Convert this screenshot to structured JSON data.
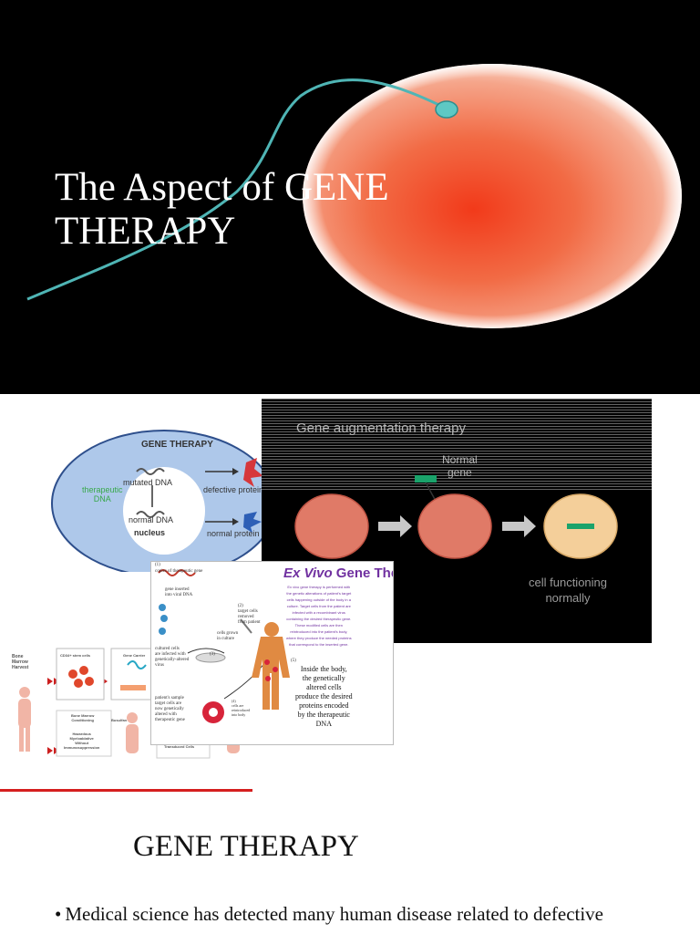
{
  "slide1": {
    "title": "The Aspect of GENE\nTHERAPY"
  },
  "diagram_gene_therapy": {
    "heading": "GENE THERAPY",
    "therapeutic": "therapeutic\nDNA",
    "mutated": "mutated DNA",
    "normal": "normal DNA",
    "nucleus": "nucleus",
    "defective": "defective protein",
    "normal_protein": "normal protein"
  },
  "diagram_augmentation": {
    "heading": "Gene augmentation therapy",
    "normal_gene": "Normal\ngene",
    "caption": "cell functioning\nnormally"
  },
  "diagram_bone_marrow": {
    "harvest": "Bone\nMarrow\nHarvest",
    "stem_cells": "CD34+ stem cells",
    "gene_carrier": "Gene Carrier",
    "conditioning": "Bone Marrow\nConditioning",
    "busulfan": "Busulfan",
    "reinfusion": "Hazardous\nMyeloablative\nWithout\nImmunosuppression",
    "iv": "IV Infusion\nTransduced Cells"
  },
  "diagram_ex_vivo": {
    "title_italic": "Ex Vivo",
    "title_rest": " Gene Therapy",
    "step1": "(1)\ncopies of therapeutic gene",
    "inserted": "gene inserted\ninto viral DNA",
    "step2": "(2)\ntarget cells\nremoved\nfrom patient",
    "grown": "cells grown\nin culture",
    "infected": "cultured cells\nare infected with\ngenetically-altered\nvirus",
    "step3": "(3)",
    "sample": "patient's sample\ntarget cells are\nnow genetically\naltered with\ntherapeutic gene",
    "step4": "(4)\ncells are\nreintroduced\ninto body",
    "step5": "(5)",
    "description": "Ex vivo gene therapy is performed with\nthe genetic alterations of patient's target\ncells happening outside of the body in a\nculture. Target cells from the patient are\ninfected with a recombinant virus\ncontaining the desired therapeutic gene.\nThese modified cells are then\nreintroduced into the patient's body,\nwhere they produce the needed proteins\nthat correspond to the inserted gene.",
    "inside": "Inside the body,\nthe genetically\naltered cells\nproduce the desired\nproteins encoded\nby the therapeutic\nDNA"
  },
  "slide3": {
    "heading": "GENE THERAPY",
    "bullet": "Medical science has detected many human disease related to defective"
  }
}
